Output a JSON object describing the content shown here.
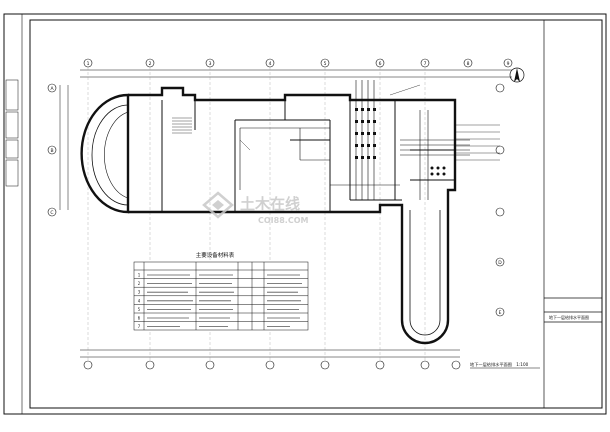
{
  "drawing": {
    "title_block_label": "地下一层给排水平面图",
    "scale": "1:100",
    "table_title": "主要设备材料表",
    "watermark_brand": "土木在线",
    "watermark_site": "COI88.COM"
  },
  "grid": {
    "columns": [
      "1",
      "2",
      "3",
      "4",
      "5",
      "6",
      "7",
      "8",
      "9"
    ],
    "rows": [
      "A",
      "B",
      "C",
      "D",
      "E"
    ]
  },
  "equipment_table": {
    "rows": [
      "1",
      "2",
      "3",
      "4",
      "5",
      "6",
      "7"
    ]
  },
  "icons": {
    "north_arrow": "north-arrow-icon",
    "watermark_logo": "watermark-logo-icon"
  },
  "colors": {
    "line": "#111111",
    "background": "#ffffff",
    "watermark": "#c8c8c8"
  }
}
